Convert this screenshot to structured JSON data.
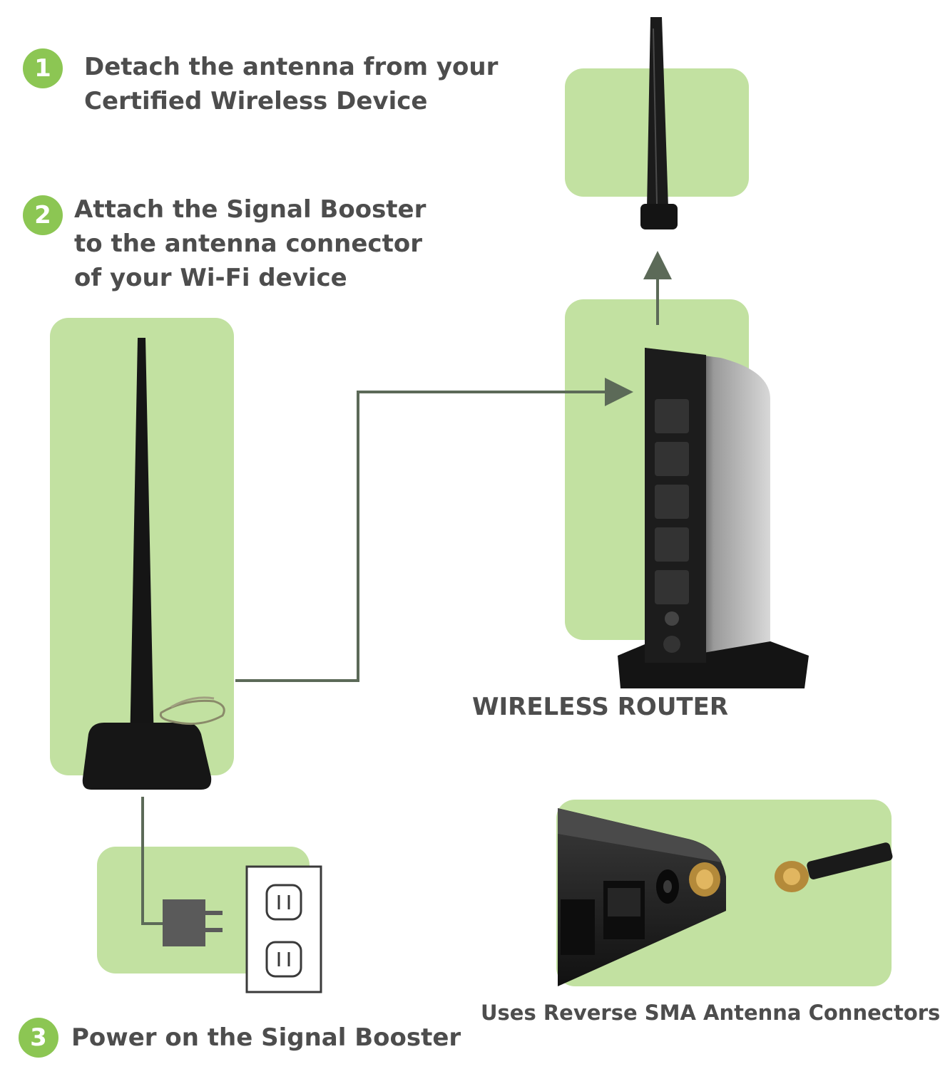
{
  "steps": [
    {
      "number": "1",
      "lines": [
        "Detach the antenna from your",
        "Certified Wireless Device"
      ]
    },
    {
      "number": "2",
      "lines": [
        "Attach the Signal Booster",
        "to the antenna connector",
        "of your Wi-Fi device"
      ]
    },
    {
      "number": "3",
      "lines": [
        "Power on the Signal Booster"
      ]
    }
  ],
  "captions": {
    "router": "WIRELESS ROUTER",
    "connectors": "Uses Reverse SMA Antenna Connectors"
  },
  "colors": {
    "panel_green": "#c2e1a1",
    "step_green": "#8cc653",
    "connector_line": "#5c6a58"
  }
}
